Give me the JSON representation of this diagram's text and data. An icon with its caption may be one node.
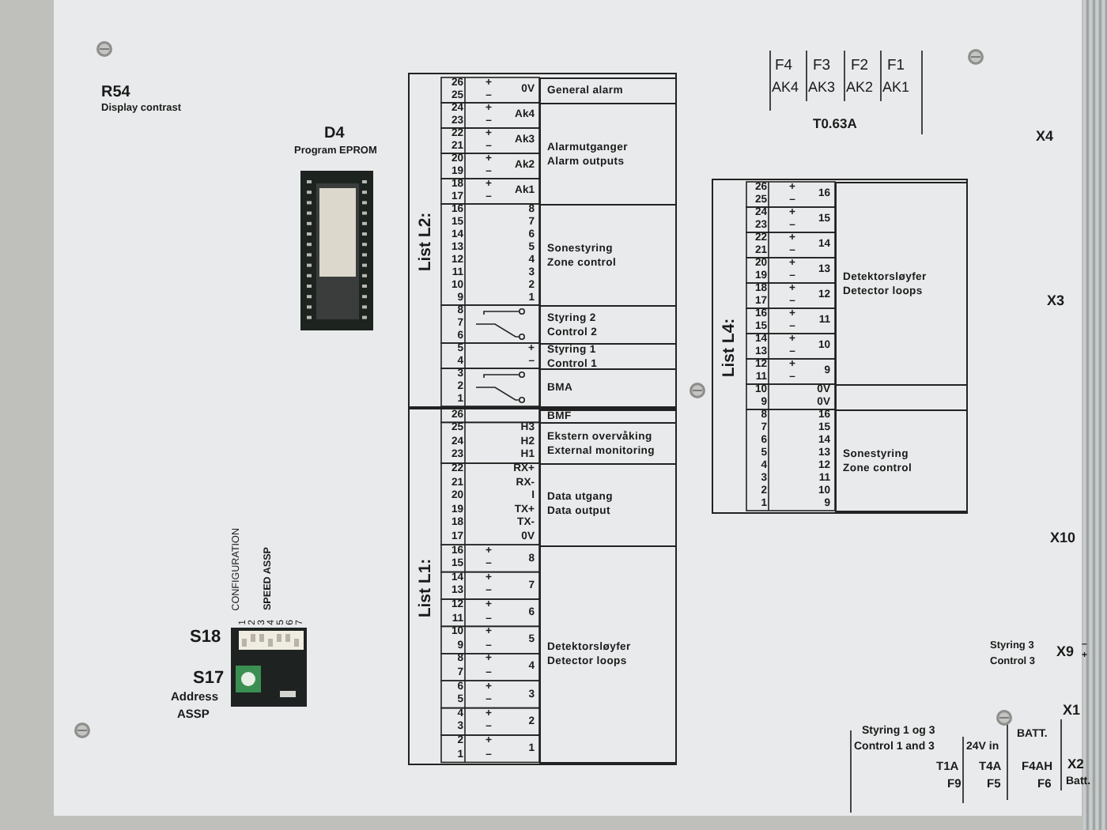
{
  "diagram": {
    "nodes": [
      {
        "text": [
          "List L2:"
        ]
      },
      {
        "text": [
          "General alarm"
        ],
        "in": 0
      },
      {
        "text": [
          "Alarmutganger",
          "Alarm outputs"
        ],
        "in": 0
      },
      {
        "text": [
          "Sonestyring",
          "Zone control"
        ],
        "in": 0
      },
      {
        "text": [
          "Styring 2",
          "Control 2"
        ],
        "in": 0
      },
      {
        "text": [
          "Styring 1",
          "Control 1"
        ],
        "in": 0
      },
      {
        "text": [
          "BMA"
        ],
        "in": 0
      },
      {
        "text": [
          "List L1:"
        ]
      },
      {
        "text": [
          "BMF"
        ],
        "in": 7
      },
      {
        "text": [
          "Ekstern overvåking",
          "External monitoring"
        ],
        "in": 7
      },
      {
        "text": [
          "Data utgang",
          "Data output"
        ],
        "in": 7
      },
      {
        "text": [
          "Detektorsløyfer",
          "Detector loops"
        ],
        "in": 7
      },
      {
        "text": [
          "List L4:"
        ]
      },
      {
        "text": [
          "Detektorsløyfer",
          "Detector loops"
        ],
        "in": 12
      },
      {
        "text": [],
        "shape": "box",
        "in": 12
      },
      {
        "text": [
          "Sonestyring",
          "Zone control"
        ],
        "in": 12
      }
    ],
    "labels": [
      "R54",
      "Display contrast",
      "D4",
      "Program EPROM",
      "CONFIGURATION",
      "SPEED ASSP",
      "1",
      "2",
      "3",
      "4",
      "5",
      "6",
      "7",
      "S18",
      "S17",
      "Address",
      "ASSP",
      "F4",
      "F3",
      "F2",
      "F1",
      "AK4",
      "AK3",
      "AK2",
      "AK1",
      "T0.63A",
      "X4",
      "X3",
      "X10",
      "Styring 3",
      "Control 3",
      "X9",
      "–",
      "+",
      "X1",
      "Styring 1 og 3",
      "Control 1 and 3",
      "T1A",
      "F9",
      "24V in",
      "T4A",
      "F5",
      "BATT.",
      "F4AH",
      "F6",
      "X2",
      "Batt.",
      "26",
      "+",
      "25",
      "–",
      "0V",
      "24",
      "+",
      "23",
      "–",
      "Ak4",
      "22",
      "+",
      "21",
      "–",
      "Ak3",
      "20",
      "+",
      "19",
      "–",
      "Ak2",
      "18",
      "+",
      "17",
      "–",
      "Ak1",
      "16",
      "8",
      "15",
      "7",
      "14",
      "6",
      "13",
      "5",
      "12",
      "4",
      "11",
      "3",
      "10",
      "2",
      "9",
      "1",
      "8",
      "7",
      "6",
      "5",
      "+",
      "4",
      "–",
      "3",
      "2",
      "1",
      "26",
      "25",
      "H3",
      "24",
      "H2",
      "23",
      "H1",
      "22",
      "RX+",
      "21",
      "RX-",
      "20",
      "I",
      "19",
      "TX+",
      "18",
      "TX-",
      "17",
      "0V",
      "16",
      "+",
      "15",
      "–",
      "8",
      "14",
      "+",
      "13",
      "–",
      "7",
      "12",
      "+",
      "11",
      "–",
      "6",
      "10",
      "+",
      "9",
      "–",
      "5",
      "8",
      "+",
      "7",
      "–",
      "4",
      "6",
      "+",
      "5",
      "–",
      "3",
      "4",
      "+",
      "3",
      "–",
      "2",
      "2",
      "+",
      "1",
      "–",
      "1",
      "26",
      "+",
      "25",
      "–",
      "16",
      "24",
      "+",
      "23",
      "–",
      "15",
      "22",
      "+",
      "21",
      "–",
      "14",
      "20",
      "+",
      "19",
      "–",
      "13",
      "18",
      "+",
      "17",
      "–",
      "12",
      "16",
      "+",
      "15",
      "–",
      "11",
      "14",
      "+",
      "13",
      "–",
      "10",
      "12",
      "+",
      "11",
      "–",
      "9",
      "10",
      "0V",
      "9",
      "0V",
      "8",
      "16",
      "7",
      "15",
      "6",
      "14",
      "5",
      "13",
      "4",
      "12",
      "3",
      "11",
      "2",
      "10",
      "1",
      "9"
    ]
  }
}
